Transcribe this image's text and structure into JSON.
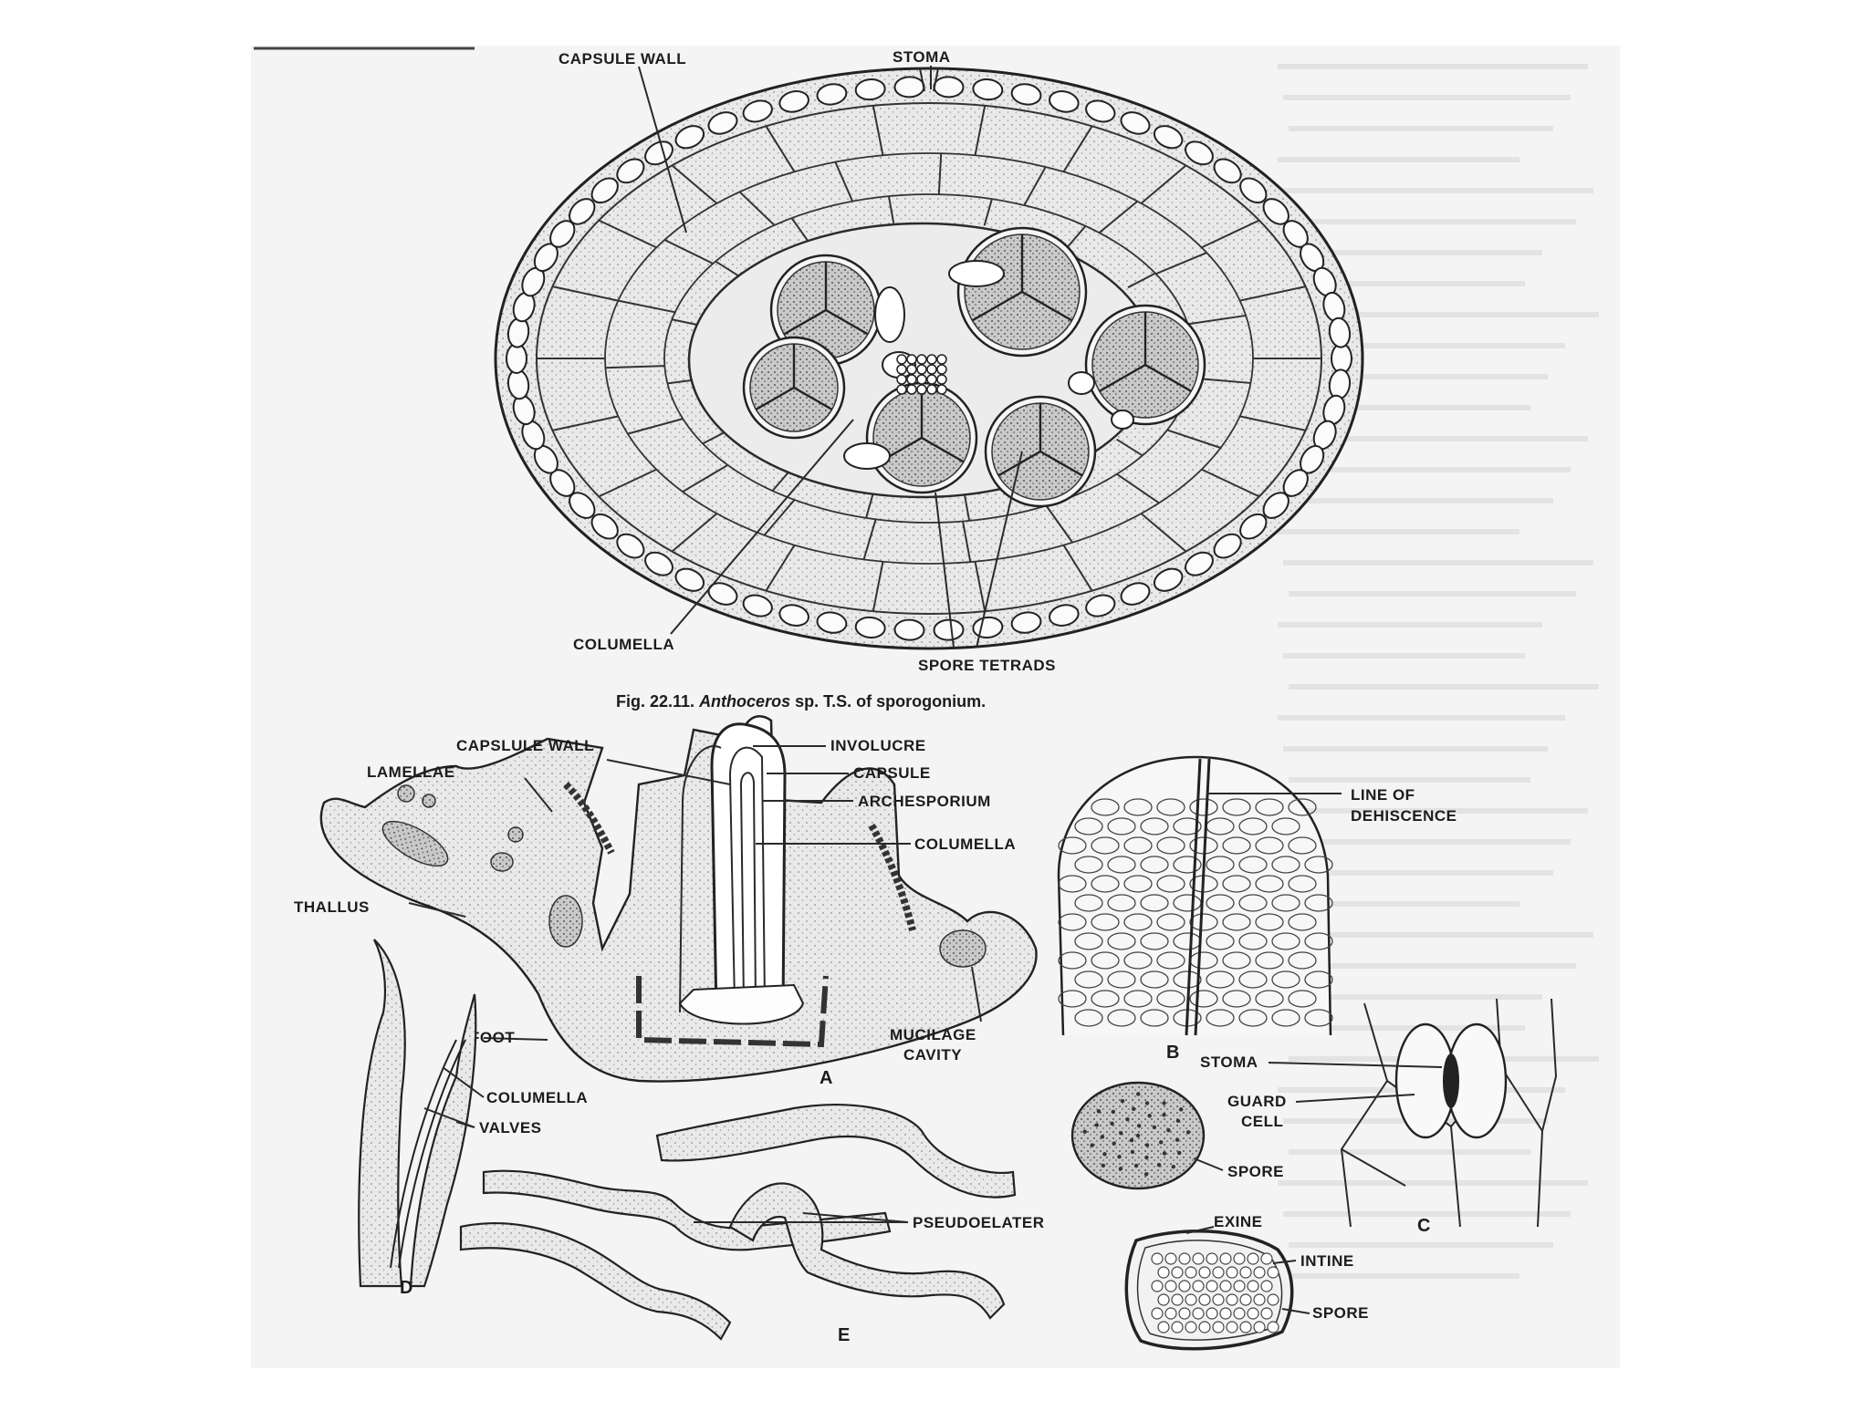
{
  "figure_top": {
    "labels": {
      "capsule_wall": "CAPSULE WALL",
      "stoma": "STOMA",
      "columella": "COLUMELLA",
      "spore_tetrads": "SPORE TETRADS"
    },
    "caption": {
      "number": "Fig. 22.11.",
      "genus": "Anthoceros",
      "rest": "sp. T.S. of sporogonium."
    }
  },
  "figure_bottom": {
    "labels": {
      "capsule_wall": "CAPSLULE WALL",
      "involucre": "INVOLUCRE",
      "lamellae": "LAMELLAE",
      "capsule": "CAPSULE",
      "archesporium": "ARCHESPORIUM",
      "columella": "COLUMELLA",
      "thallus": "THALLUS",
      "line_of": "LINE OF",
      "dehiscence": "DEHISCENCE",
      "foot": "FOOT",
      "mucilage": "MUCILAGE",
      "cavity": "CAVITY",
      "stoma": "STOMA",
      "guard": "GUARD",
      "cell": "CELL",
      "columella_d": "COLUMELLA",
      "valves": "VALVES",
      "spore_c": "SPORE",
      "pseudoelater": "PSEUDOELATER",
      "exine": "EXINE",
      "intine": "INTINE",
      "spore_e": "SPORE"
    },
    "panels": [
      "A",
      "B",
      "C",
      "D",
      "E"
    ]
  }
}
